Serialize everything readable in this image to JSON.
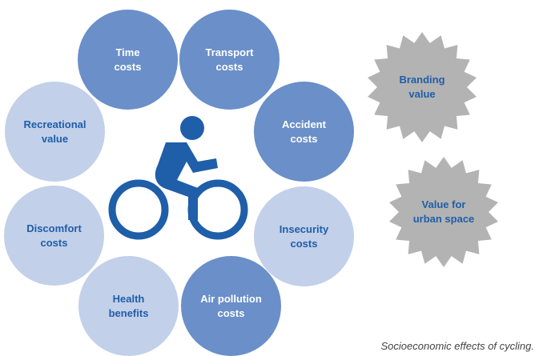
{
  "circles": {
    "time": "Time\ncosts",
    "transport": "Transport\ncosts",
    "accident": "Accident\ncosts",
    "insecurity": "Insecurity\ncosts",
    "air_pollution": "Air pollution\ncosts",
    "health": "Health\nbenefits",
    "discomfort": "Discomfort\ncosts",
    "recreational": "Recreational\nvalue"
  },
  "stars": {
    "branding": "Branding\nvalue",
    "urban_space": "Value for\nurban space"
  },
  "caption": "Socioeconomic effects of cycling.",
  "colors": {
    "dark_circle": "#6a8fc9",
    "light_circle": "#c2d0ea",
    "text_blue": "#1f5ea8",
    "star_gray": "#b3b3b3",
    "cyclist": "#1f5ea8"
  },
  "icons": {
    "center": "cyclist-icon"
  }
}
